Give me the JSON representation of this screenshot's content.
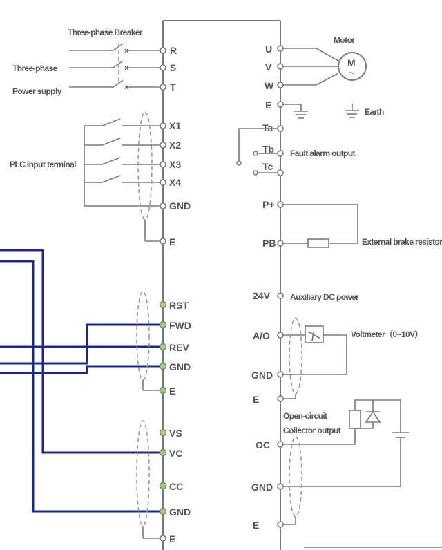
{
  "labels": {
    "breaker": "Three-phase Breaker",
    "supply_1": "Three-phase",
    "supply_2": "Power supply",
    "motor": "Motor",
    "motor_symbol": "M",
    "motor_tilde": "~",
    "earth": "Earth",
    "fault_alarm": "Fault alarm output",
    "plc_input": "PLC input terminal",
    "brake_resistor": "External brake resistor",
    "aux_dc": "Auxiliary DC power",
    "voltmeter": "Voltmeter（0~10V）",
    "open_circuit": "Open-circuit",
    "collector_output": "Collector output"
  },
  "left_terminals": {
    "r": "R",
    "s": "S",
    "t": "T",
    "x1": "X1",
    "x2": "X2",
    "x3": "X3",
    "x4": "X4",
    "gnd1": "GND",
    "e1": "E",
    "rst": "RST",
    "fwd": "FWD",
    "rev": "REV",
    "gnd2": "GND",
    "e2": "E",
    "vs": "VS",
    "vc": "VC",
    "cc": "CC",
    "gnd3": "GND",
    "e3": "E"
  },
  "right_terminals": {
    "u": "U",
    "v": "V",
    "w": "W",
    "e": "E",
    "ta": "Ta",
    "tb": "Tb",
    "tc": "Tc",
    "p_plus": "P+",
    "pb": "PB",
    "v24": "24V",
    "ao": "A/O",
    "gnd_ao": "GND",
    "e_ao": "E",
    "oc": "OC",
    "gnd_oc": "GND",
    "e_oc": "E"
  },
  "colors": {
    "wire": "#7a7a7a",
    "text": "#555555",
    "blue_wire": "#1a2a8c",
    "terminal_green": "#a9c98a"
  }
}
